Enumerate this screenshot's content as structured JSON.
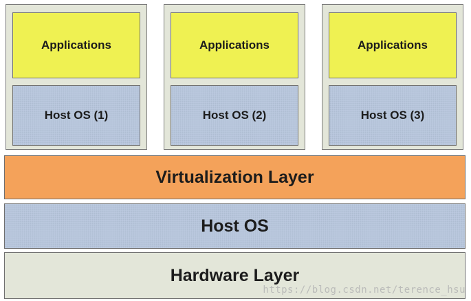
{
  "virtual_machines": [
    {
      "applications_label": "Applications",
      "os_label": "Host OS (1)"
    },
    {
      "applications_label": "Applications",
      "os_label": "Host OS (2)"
    },
    {
      "applications_label": "Applications",
      "os_label": "Host OS (3)"
    }
  ],
  "layers": {
    "virtualization": "Virtualization Layer",
    "host_os": "Host OS",
    "hardware": "Hardware Layer"
  },
  "watermark": "https://blog.csdn.net/terence_hsu",
  "colors": {
    "applications": "#eff152",
    "host_os": "#bccbe0",
    "virtualization": "#f4a25a",
    "hardware": "#e3e6d9"
  }
}
